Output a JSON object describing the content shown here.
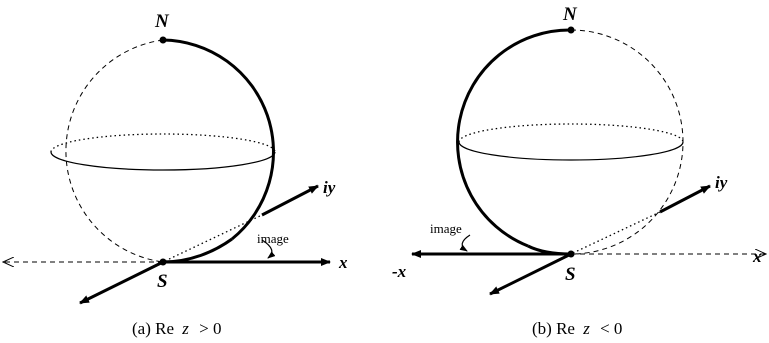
{
  "panel_a": {
    "north": "N",
    "south": "S",
    "axis_x": "x",
    "axis_iy": "iy",
    "annotation": "image",
    "caption_prefix": "(a) Re",
    "caption_var": "z",
    "caption_suffix": "> 0"
  },
  "panel_b": {
    "north": "N",
    "south": "S",
    "axis_x": "x",
    "axis_neg_x": "-x",
    "axis_iy": "iy",
    "annotation": "image",
    "caption_prefix": "(b) Re",
    "caption_var": "z",
    "caption_suffix": "< 0"
  }
}
